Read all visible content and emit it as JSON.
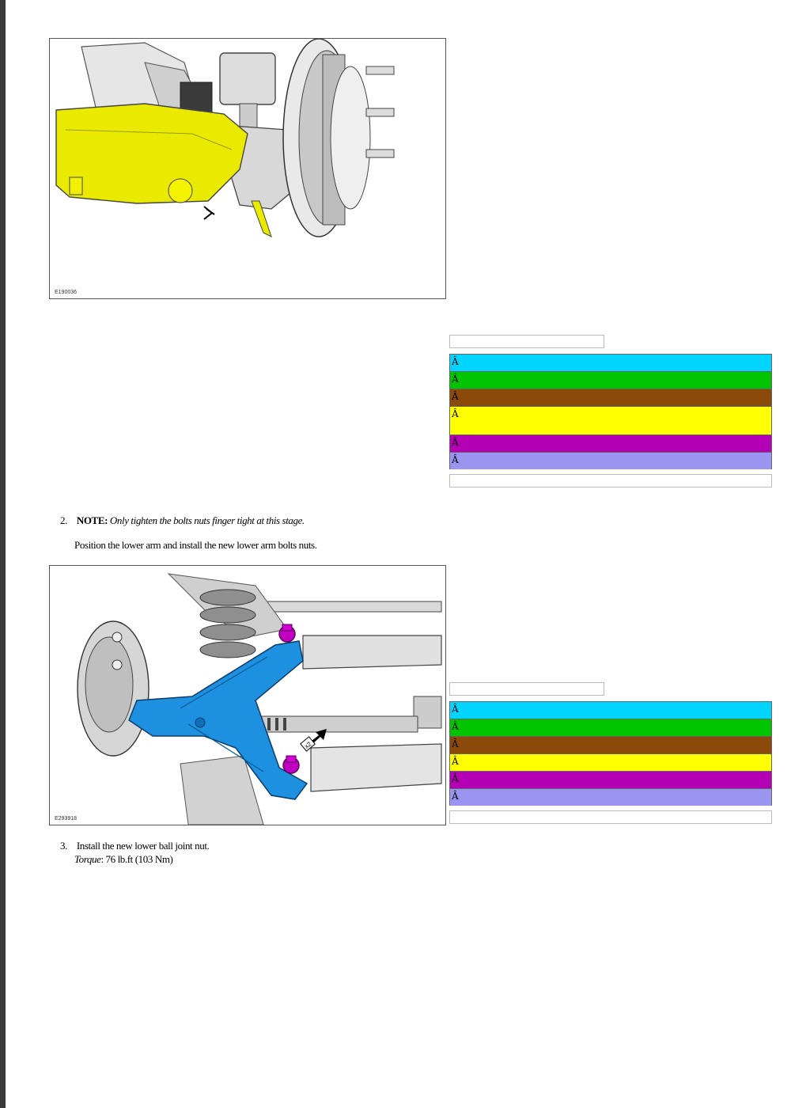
{
  "figures": [
    {
      "id_label": "E190036"
    },
    {
      "id_label": "E293918"
    }
  ],
  "legends": [
    {
      "rows": [
        {
          "text": "Â",
          "color": "#00d4ff"
        },
        {
          "text": "Â",
          "color": "#00c400"
        },
        {
          "text": "Â",
          "color": "#8b4a0a"
        },
        {
          "text": "Â",
          "color": "#ffff00"
        },
        {
          "text": "Â",
          "color": "#b400b4"
        },
        {
          "text": "Â",
          "color": "#9a95f0"
        }
      ]
    },
    {
      "rows": [
        {
          "text": "Â",
          "color": "#00d4ff"
        },
        {
          "text": "Â",
          "color": "#00c400"
        },
        {
          "text": "Â",
          "color": "#8b4a0a"
        },
        {
          "text": "Â",
          "color": "#ffff00"
        },
        {
          "text": "Â",
          "color": "#b400b4"
        },
        {
          "text": "Â",
          "color": "#9a95f0"
        }
      ]
    }
  ],
  "steps": {
    "step2": {
      "number": "2.",
      "note_label": "NOTE:",
      "note_text": "Only tighten the bolts nuts finger tight at this stage.",
      "instruction": "Position the lower arm and install the new lower arm bolts nuts."
    },
    "step3": {
      "number": "3.",
      "instruction": "Install the new lower ball joint nut.",
      "torque_label": "Torque",
      "torque_value": ": 76 lb.ft (103 Nm)"
    }
  }
}
